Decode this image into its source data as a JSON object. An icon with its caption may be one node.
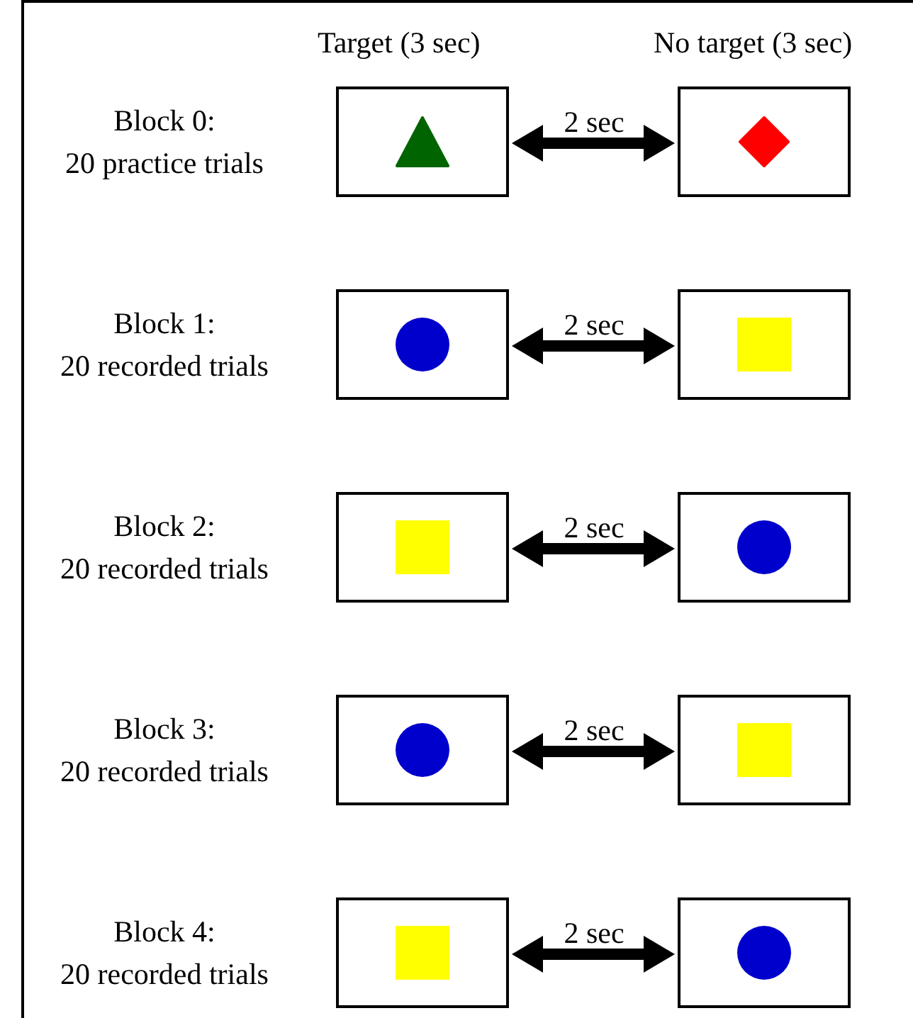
{
  "diagram": {
    "nodes": [
      {
        "text": [],
        "shape": "box"
      },
      {
        "text": [],
        "shape": "triangle",
        "in": 0
      },
      {
        "text": [],
        "shape": "box"
      },
      {
        "text": [],
        "shape": "diamond",
        "in": 2
      },
      {
        "text": [],
        "shape": "box"
      },
      {
        "text": [],
        "shape": "circle",
        "in": 4
      },
      {
        "text": [],
        "shape": "box"
      },
      {
        "text": [],
        "shape": "square",
        "in": 6
      },
      {
        "text": [],
        "shape": "box"
      },
      {
        "text": [],
        "shape": "square",
        "in": 8
      },
      {
        "text": [],
        "shape": "box"
      },
      {
        "text": [],
        "shape": "circle",
        "in": 10
      },
      {
        "text": [],
        "shape": "box"
      },
      {
        "text": [],
        "shape": "circle",
        "in": 12
      },
      {
        "text": [],
        "shape": "box"
      },
      {
        "text": [],
        "shape": "square",
        "in": 14
      },
      {
        "text": [],
        "shape": "box"
      },
      {
        "text": [],
        "shape": "square",
        "in": 16
      },
      {
        "text": [],
        "shape": "box"
      },
      {
        "text": [],
        "shape": "circle",
        "in": 18
      }
    ],
    "edges": [
      {
        "from": 0,
        "to": 2,
        "arrow": "both",
        "label": "2 sec"
      },
      {
        "from": 4,
        "to": 6,
        "arrow": "both",
        "label": "2 sec"
      },
      {
        "from": 8,
        "to": 10,
        "arrow": "both",
        "label": "2 sec"
      },
      {
        "from": 12,
        "to": 14,
        "arrow": "both",
        "label": "2 sec"
      },
      {
        "from": 16,
        "to": 18,
        "arrow": "both",
        "label": "2 sec"
      }
    ],
    "labels": [
      "Target (3 sec)",
      "No target (3 sec)",
      "Block 0: 20 practice trials",
      "Block 1: 20 recorded trials",
      "Block 2: 20 recorded trials",
      "Block 3: 20 recorded trials",
      "Block 4: 20 recorded trials"
    ]
  }
}
